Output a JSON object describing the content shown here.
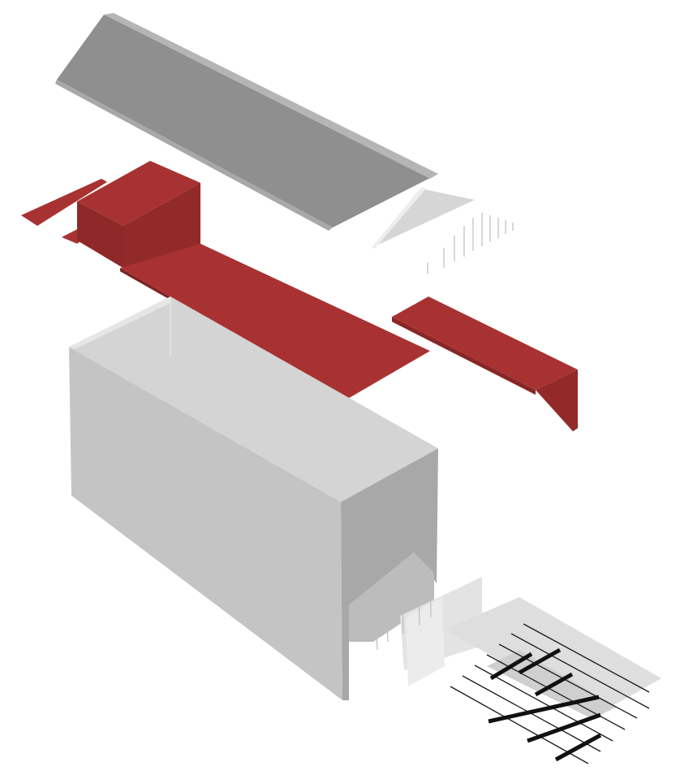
{
  "diagram": {
    "type": "exploded-axonometric",
    "components": [
      {
        "name": "gable-roof",
        "color": "#8c8c8c"
      },
      {
        "name": "gable-end-infill",
        "color": "#cfcfcf"
      },
      {
        "name": "gable-vertical-slats",
        "color": "#b5b5b5"
      },
      {
        "name": "red-intervention-volume",
        "color": "#a32f2f"
      },
      {
        "name": "red-cantilever-beam",
        "color": "#a32f2f"
      },
      {
        "name": "existing-building-box",
        "color": "#c2c2c2"
      },
      {
        "name": "entrance-glazing-panels",
        "color": "#e0e0e0"
      },
      {
        "name": "ground-platform",
        "color": "#dcdcdc"
      },
      {
        "name": "timber-grid-structure",
        "color": "#111111"
      }
    ]
  }
}
